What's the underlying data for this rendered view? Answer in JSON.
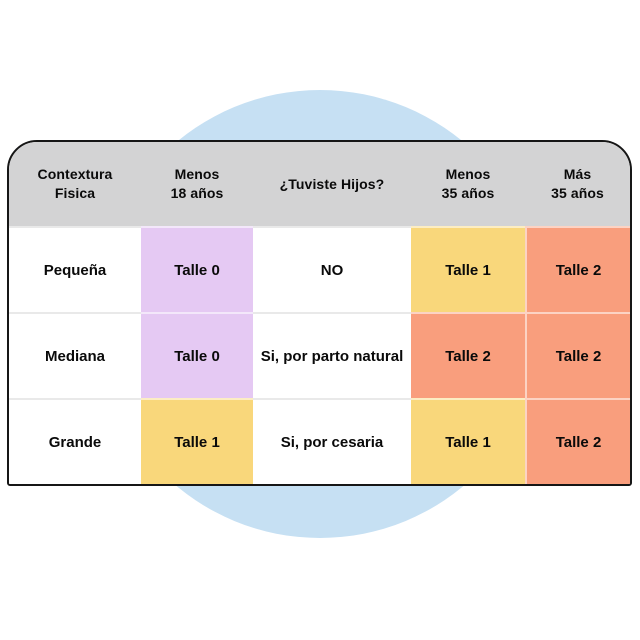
{
  "palette": {
    "background": "#FFFFFF",
    "circle_blue": "#C6E0F3",
    "header_gray": "#D3D3D4",
    "cell_purple": "#E5C9F3",
    "cell_yellow": "#F9D77B",
    "cell_salmon": "#F99E7D",
    "cell_white": "#FFFFFF",
    "table_border": "#161616",
    "text": "#0A0A0A"
  },
  "chart_data": {
    "type": "table",
    "columns": [
      "Contextura Fisica",
      "Menos 18 años",
      "¿Tuviste Hijos?",
      "Menos 35 años",
      "Más 35 años"
    ],
    "rows": [
      [
        "Pequeña",
        "Talle 0",
        "NO",
        "Talle 1",
        "Talle 2"
      ],
      [
        "Mediana",
        "Talle 0",
        "Si, por parto natural",
        "Talle 2",
        "Talle 2"
      ],
      [
        "Grande",
        "Talle 1",
        "Si, por cesaria",
        "Talle 1",
        "Talle 2"
      ]
    ],
    "legend": "none",
    "notes": "Decision table mapping body build, age and childbirth history to garment size (Talle 0/1/2); highlighted cells: purple=Talle 0, yellow=Talle 1, salmon=Talle 2"
  },
  "table_render": {
    "header_lines": [
      [
        "Contextura",
        "Fisica"
      ],
      [
        "Menos",
        "18 años"
      ],
      [
        "¿Tuviste Hijos?"
      ],
      [
        "Menos",
        "35 años"
      ],
      [
        "Más",
        "35 años"
      ]
    ],
    "cell_bg": [
      [
        "#FFFFFF",
        "#E5C9F3",
        "#FFFFFF",
        "#F9D77B",
        "#F99E7D"
      ],
      [
        "#FFFFFF",
        "#E5C9F3",
        "#FFFFFF",
        "#F99E7D",
        "#F99E7D"
      ],
      [
        "#FFFFFF",
        "#F9D77B",
        "#FFFFFF",
        "#F9D77B",
        "#F99E7D"
      ]
    ]
  }
}
